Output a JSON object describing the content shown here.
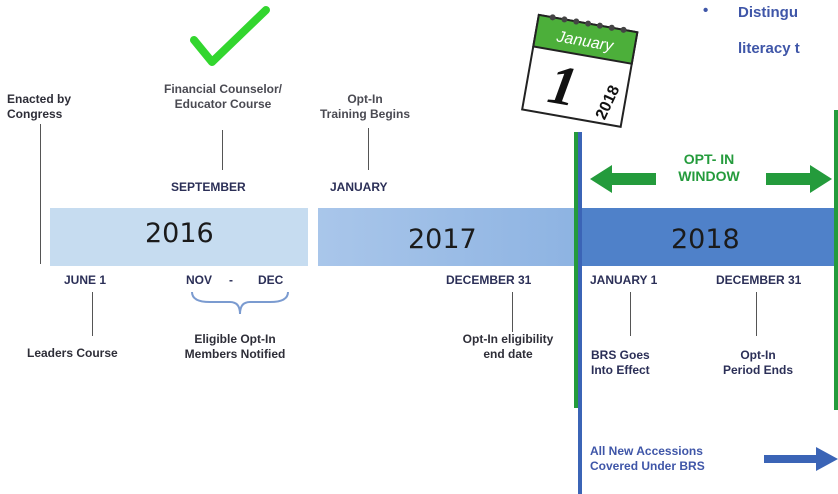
{
  "header": {
    "bullet": "•",
    "line1": "Distingu",
    "line2": "literacy t"
  },
  "calendar": {
    "month": "January",
    "day": "1",
    "year": "2018"
  },
  "top_labels": {
    "enacted": [
      "Enacted by",
      "Congress"
    ],
    "course": [
      "Financial Counselor/",
      "Educator Course"
    ],
    "training": [
      "Opt-In",
      "Training Begins"
    ],
    "september": "SEPTEMBER",
    "january": "JANUARY"
  },
  "window": {
    "line1": "OPT- IN",
    "line2": "WINDOW"
  },
  "years": {
    "y2016": "2016",
    "y2017": "2017",
    "y2018": "2018"
  },
  "dates": {
    "june1": "JUNE 1",
    "nov": "NOV",
    "dash": "-",
    "dec": "DEC",
    "dec31_2017": "DECEMBER 31",
    "jan1": "JANUARY 1",
    "dec31_2018": "DECEMBER 31"
  },
  "bottom_labels": {
    "leaders": "Leaders Course",
    "eligible": [
      "Eligible Opt-In",
      "Members Notified"
    ],
    "eligibility_end": [
      "Opt-In eligibility",
      "end date"
    ],
    "brs": [
      "BRS Goes",
      "Into Effect"
    ],
    "period_end": [
      "Opt-In",
      "Period Ends"
    ]
  },
  "accessions": [
    "All New Accessions",
    "Covered Under BRS"
  ],
  "colors": {
    "band2016": "#c6dcf0",
    "band2017": "#8db3e2",
    "band2018": "#4f81c9",
    "green": "#249b3c",
    "check": "#32d62e",
    "navy": "#2b2f57",
    "accent_blue": "#3f56a8"
  }
}
